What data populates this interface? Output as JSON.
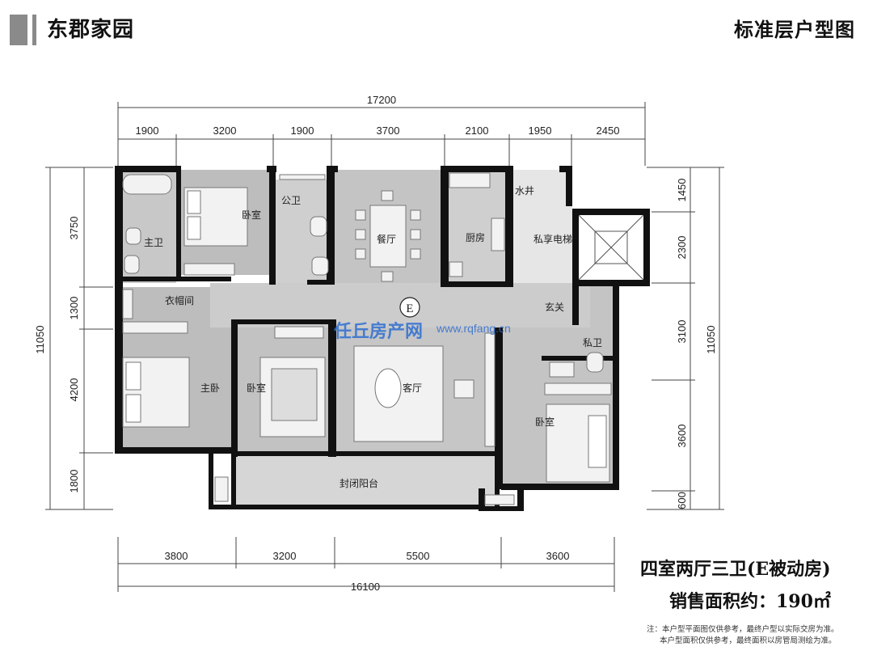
{
  "header": {
    "project_name": "东郡家园",
    "plan_title": "标准层户型图"
  },
  "footer": {
    "unit_type": "四室两厅三卫(E被动房)",
    "area": "销售面积约：190㎡",
    "note_line1": "注：本户型平面图仅供参考，最终户型以实际交房为准。",
    "note_line2": "本户型面积仅供参考，最终面积以房管局测绘为准。"
  },
  "watermark": {
    "brand": "任丘房产网",
    "url": "www.rqfang.cn"
  },
  "compass_label": "E",
  "dimensions": {
    "top_total": "17200",
    "top": [
      "1900",
      "3200",
      "1900",
      "3700",
      "2100",
      "1950",
      "2450"
    ],
    "bottom_total": "16100",
    "bottom": [
      "3800",
      "3200",
      "5500",
      "3600"
    ],
    "left_total": "11050",
    "left": [
      "3750",
      "1300",
      "4200",
      "1800"
    ],
    "right_total": "11050",
    "right": [
      "1450",
      "2300",
      "3100",
      "3600",
      "600"
    ]
  },
  "rooms": {
    "master_bath": "主卫",
    "bedroom_top": "卧室",
    "public_bath": "公卫",
    "dining": "餐厅",
    "kitchen": "厨房",
    "water_shaft": "水井",
    "private_elevator": "私享电梯",
    "closet": "衣帽间",
    "foyer": "玄关",
    "private_bath": "私卫",
    "master_bedroom": "主卧",
    "bedroom_mid": "卧室",
    "living": "客厅",
    "bedroom_right": "卧室",
    "balcony": "封闭阳台"
  },
  "colors": {
    "wall": "#111111",
    "floor_gray": "#bdbdbd",
    "floor_light": "#cfcfcf",
    "balcony": "#d6d6d6",
    "watermark": "#2f6fd1"
  }
}
